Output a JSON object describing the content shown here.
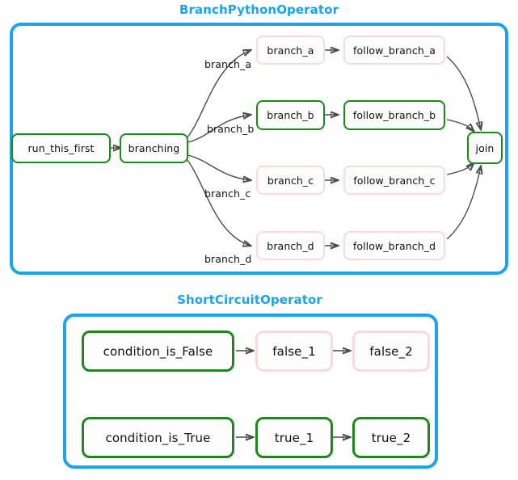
{
  "diagram": {
    "sections": [
      {
        "title": "BranchPythonOperator",
        "nodes": {
          "run_this_first": "run_this_first",
          "branching": "branching",
          "branch_a": "branch_a",
          "follow_branch_a": "follow_branch_a",
          "branch_b": "branch_b",
          "follow_branch_b": "follow_branch_b",
          "branch_c": "branch_c",
          "follow_branch_c": "follow_branch_c",
          "branch_d": "branch_d",
          "follow_branch_d": "follow_branch_d",
          "join": "join"
        },
        "edge_labels": {
          "a": "branch_a",
          "b": "branch_b",
          "c": "branch_c",
          "d": "branch_d"
        }
      },
      {
        "title": "ShortCircuitOperator",
        "nodes": {
          "condition_is_False": "condition_is_False",
          "false_1": "false_1",
          "false_2": "false_2",
          "condition_is_True": "condition_is_True",
          "true_1": "true_1",
          "true_2": "true_2"
        }
      }
    ],
    "colors": {
      "accent_blue": "#1aa3ef",
      "node_green": "#1b8a1b",
      "node_pink": "#fadadd",
      "edge_gray": "#4a4a4a",
      "text": "#111111"
    }
  }
}
